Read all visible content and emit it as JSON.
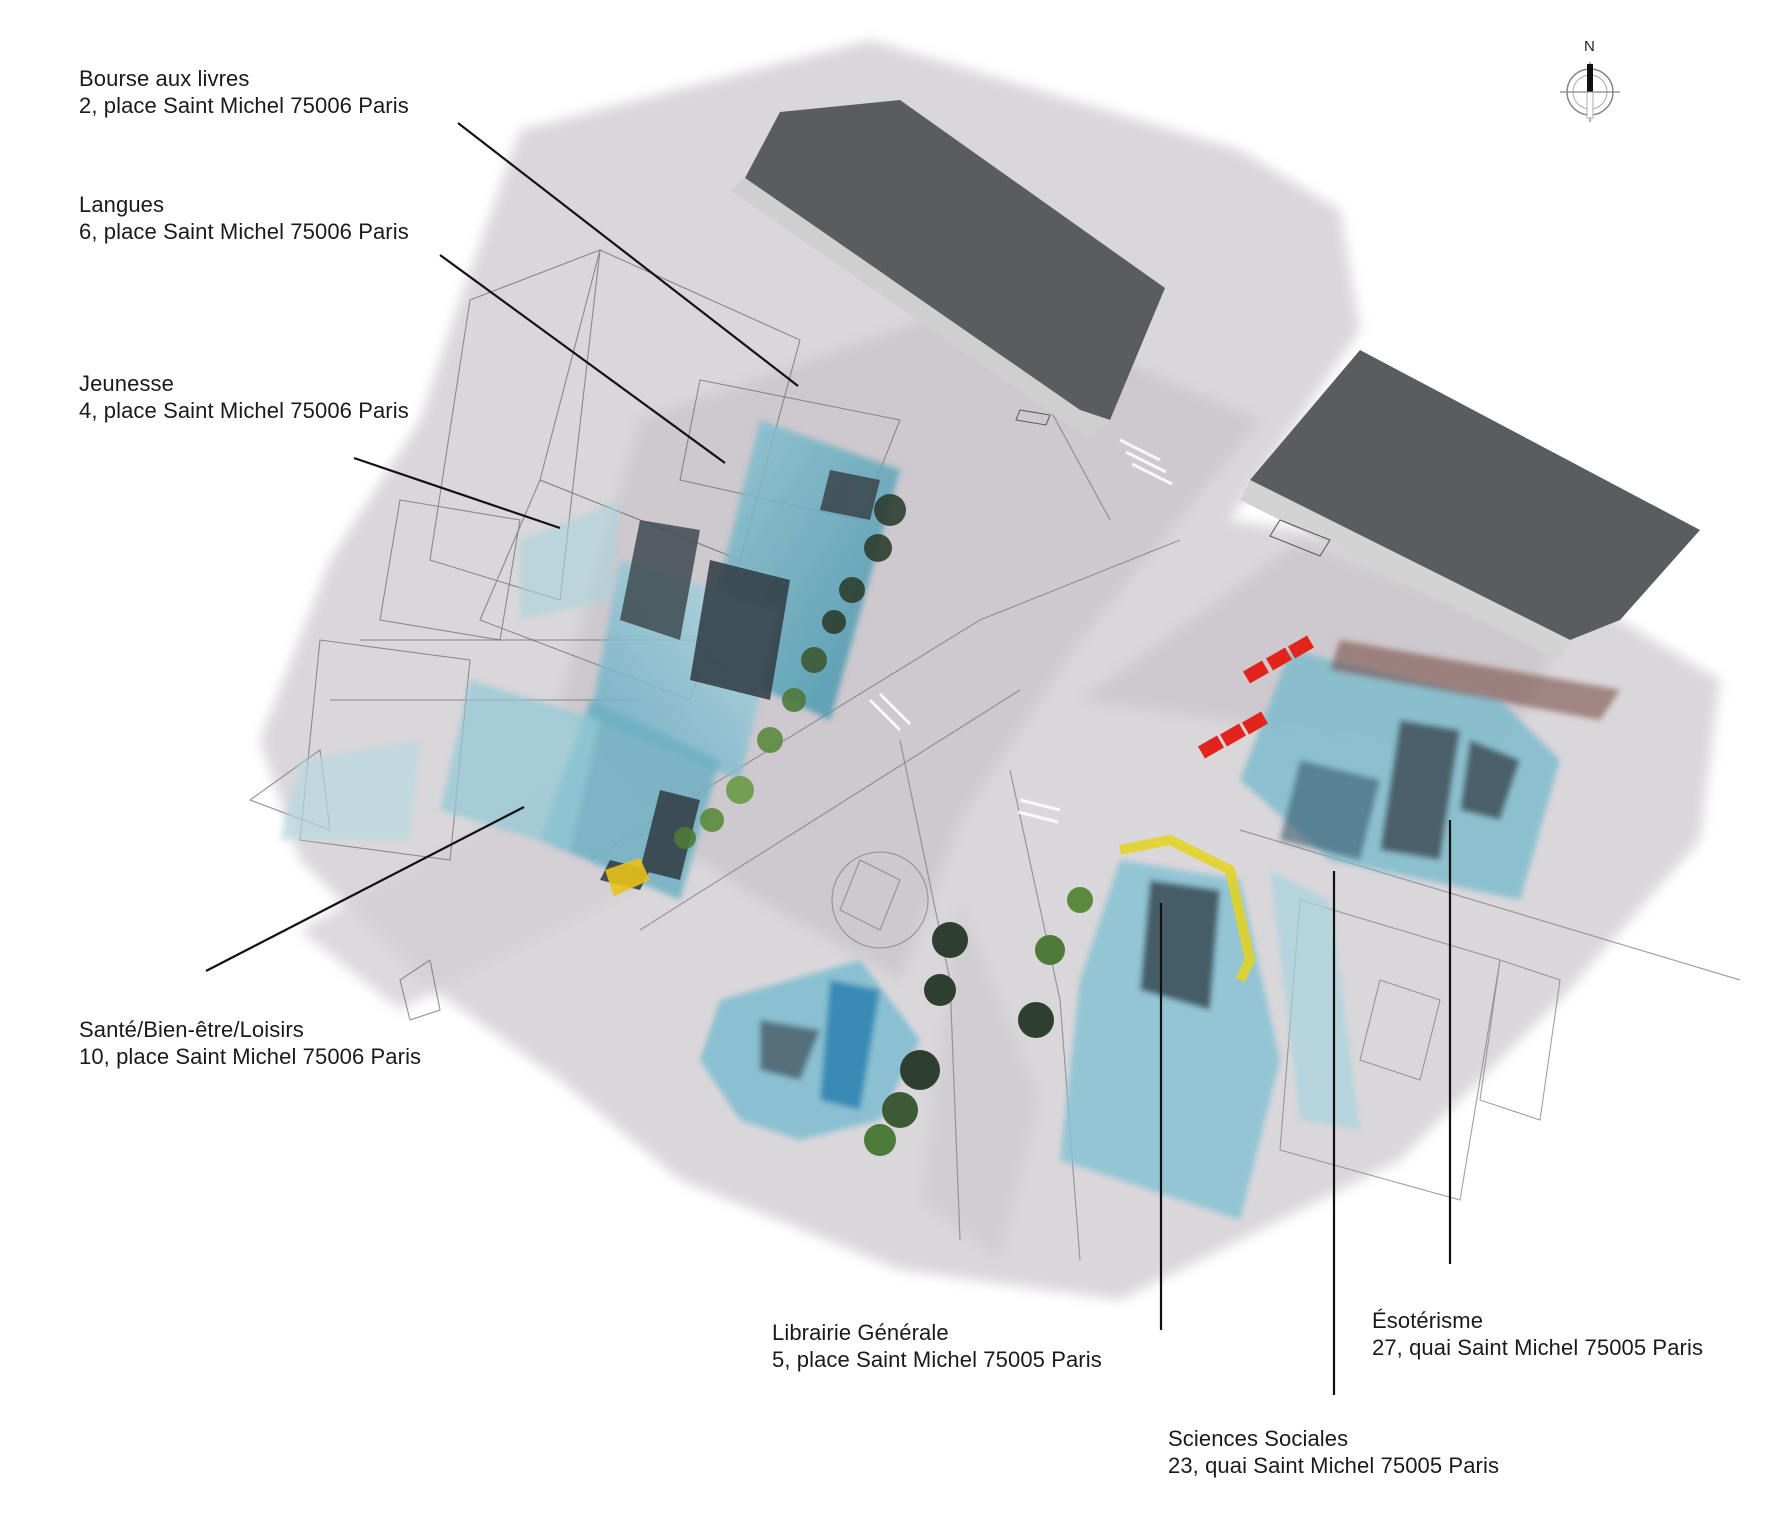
{
  "map": {
    "north_label": "N",
    "labels": [
      {
        "id": "bourse",
        "name": "Bourse aux livres",
        "address": "2, place Saint Michel 75006 Paris"
      },
      {
        "id": "langues",
        "name": "Langues",
        "address": "6, place Saint Michel 75006 Paris"
      },
      {
        "id": "jeunesse",
        "name": "Jeunesse",
        "address": "4, place Saint Michel 75006 Paris"
      },
      {
        "id": "sante",
        "name": "Santé/Bien-être/Loisirs",
        "address": "10, place Saint Michel 75006 Paris"
      },
      {
        "id": "librairie",
        "name": "Librairie Générale",
        "address": "5, place Saint Michel 75005 Paris"
      },
      {
        "id": "esoterisme",
        "name": "Ésotérisme",
        "address": "27, quai Saint Michel 75005 Paris"
      },
      {
        "id": "sciences",
        "name": "Sciences Sociales",
        "address": "23, quai Saint Michel 75005 Paris"
      }
    ]
  }
}
